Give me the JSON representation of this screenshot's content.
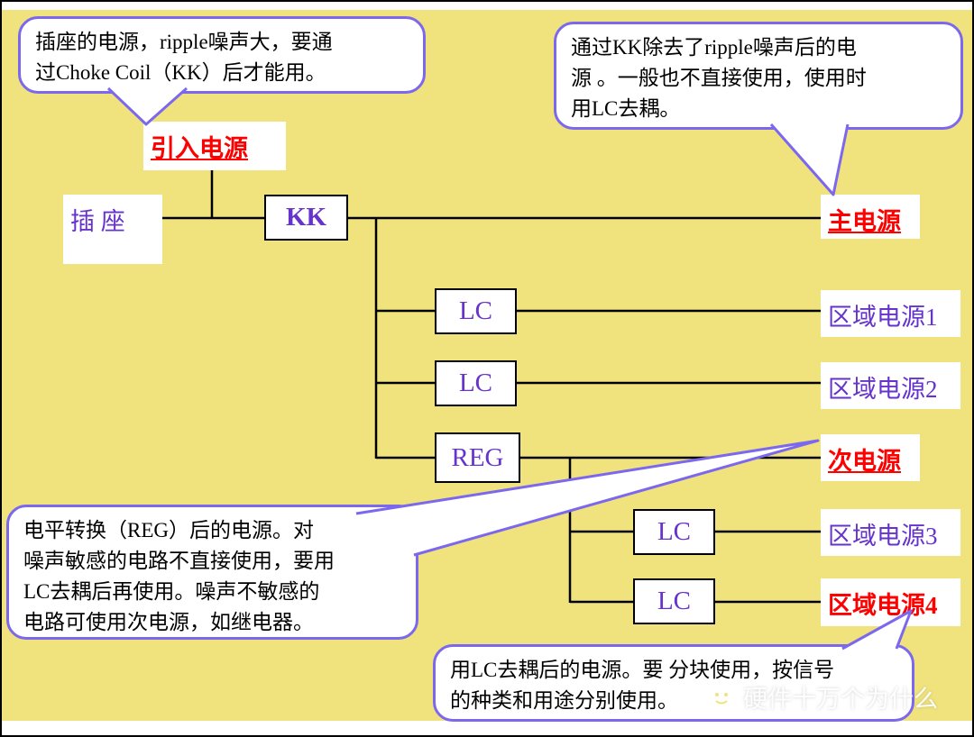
{
  "colors": {
    "bg_yellow": "#F0E27C",
    "bubble_border": "#7B68EE",
    "purple_text": "#6633CC",
    "red_text": "#FF0000",
    "line_black": "#000000"
  },
  "callouts": {
    "socket_power": {
      "lines": [
        "插座的电源，ripple噪声大，要通",
        "过Choke Coil（KK）后才能用。"
      ]
    },
    "main_power": {
      "lines": [
        "通过KK除去了ripple噪声后的电",
        "源 。一般也不直接使用，使用时",
        "用LC去耦。"
      ]
    },
    "reg_power": {
      "lines": [
        "电平转换（REG）后的电源。对",
        "噪声敏感的电路不直接使用，要用",
        "LC去耦后再使用。噪声不敏感的",
        "电路可使用次电源，如继电器。"
      ]
    },
    "lc_power": {
      "lines": [
        "用LC去耦后的电源。要 分块使用，按信号",
        "的种类和用途分别使用。"
      ]
    }
  },
  "nodes": {
    "incoming_power": "引入电源",
    "socket": "插 座",
    "kk": "KK",
    "main_power": "主电源",
    "lc": "LC",
    "reg": "REG",
    "region1": "区域电源1",
    "region2": "区域电源2",
    "secondary_power": "次电源",
    "region3": "区域电源3",
    "region4": "区域电源4"
  },
  "watermark": {
    "text": "硬件十万个为什么"
  }
}
